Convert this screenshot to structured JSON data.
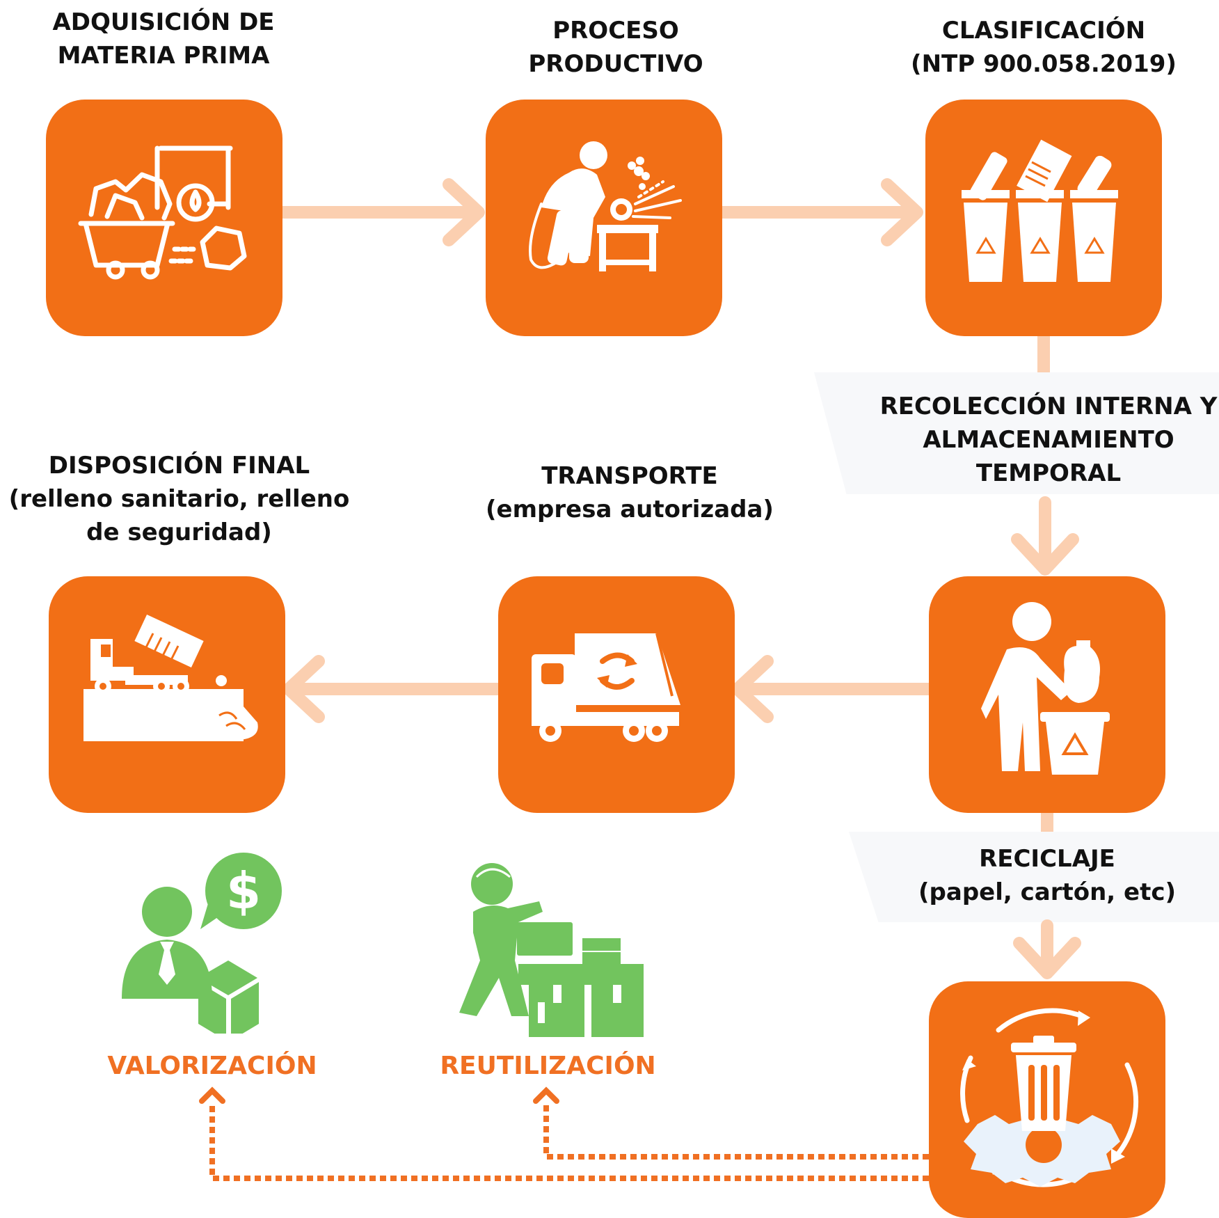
{
  "steps": {
    "adquisicion": {
      "line1": "ADQUISICIÓN DE",
      "line2": "MATERIA PRIMA"
    },
    "proceso": {
      "line1": "PROCESO",
      "line2": "PRODUCTIVO"
    },
    "clasificacion": {
      "line1": "CLASIFICACIÓN",
      "line2": "(NTP 900.058.2019)"
    },
    "recoleccion": {
      "line1": "RECOLECCIÓN INTERNA Y",
      "line2": "ALMACENAMIENTO",
      "line3": "TEMPORAL"
    },
    "disposicion": {
      "line1": "DISPOSICIÓN FINAL",
      "line2": "(relleno sanitario, relleno",
      "line3": "de seguridad)"
    },
    "transporte": {
      "line1": "TRANSPORTE",
      "line2": "(empresa autorizada)"
    },
    "reciclaje": {
      "line1": "RECICLAJE",
      "line2": "(papel, cartón, etc)"
    },
    "valorizacion": {
      "label": "VALORIZACIÓN"
    },
    "reutilizacion": {
      "label": "REUTILIZACIÓN"
    }
  },
  "icons": {
    "adquisicion": "mining-cart-icon",
    "proceso": "welder-worker-icon",
    "clasificacion": "recycling-bins-icon",
    "recoleccion": "person-throwing-bag-icon",
    "transporte": "garbage-truck-icon",
    "disposicion": "dump-truck-landfill-icon",
    "reciclaje": "recycle-bin-gear-icon",
    "valorizacion": "businessman-dollar-box-icon",
    "reutilizacion": "worker-boxes-icon"
  },
  "colors": {
    "box": "#f26f16",
    "arrow": "#fbcfb0",
    "dotted": "#f07023",
    "green": "#72c45e"
  }
}
